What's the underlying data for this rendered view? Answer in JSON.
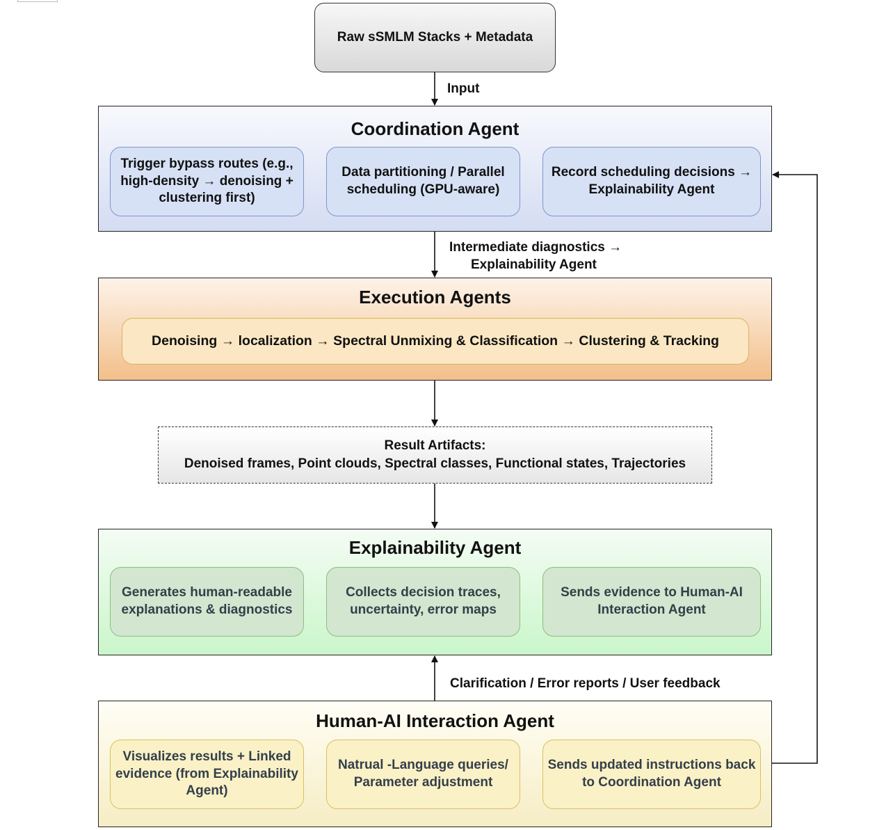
{
  "input_box": {
    "label": "Raw sSMLM Stacks + Metadata"
  },
  "coordination": {
    "title": "Coordination Agent",
    "items": [
      "Trigger bypass routes (e.g., high-density → denoising + clustering first)",
      "Data  partitioning / Parallel scheduling (GPU-aware)",
      "Record scheduling decisions → Explainability Agent"
    ]
  },
  "execution": {
    "title": "Execution Agents",
    "pipeline": "Denoising → localization → Spectral Unmixing & Classification → Clustering & Tracking"
  },
  "results": {
    "title": "Result Artifacts:",
    "items": "Denoised frames, Point clouds, Spectral classes, Functional states, Trajectories"
  },
  "explainability": {
    "title": "Explainability Agent",
    "items": [
      "Generates human-readable explanations & diagnostics",
      "Collects decision traces, uncertainty, error maps",
      "Sends evidence to Human-AI Interaction Agent"
    ]
  },
  "human": {
    "title": "Human-AI Interaction Agent",
    "items": [
      "Visualizes results + Linked evidence (from Explainability Agent)",
      "Natrual -Language queries/ Parameter adjustment",
      "Sends updated instructions back to Coordination Agent"
    ]
  },
  "edges": {
    "input": "Input",
    "diagnostics_line1": "Intermediate diagnostics →",
    "diagnostics_line2": "Explainability Agent",
    "feedback": "Clarification / Error reports / User feedback"
  },
  "colors": {
    "coordination_fill": "#d4dcf3",
    "execution_fill": "#f3bf8a",
    "explainability_fill": "#caf6ca",
    "human_fill": "#f6edc4"
  }
}
